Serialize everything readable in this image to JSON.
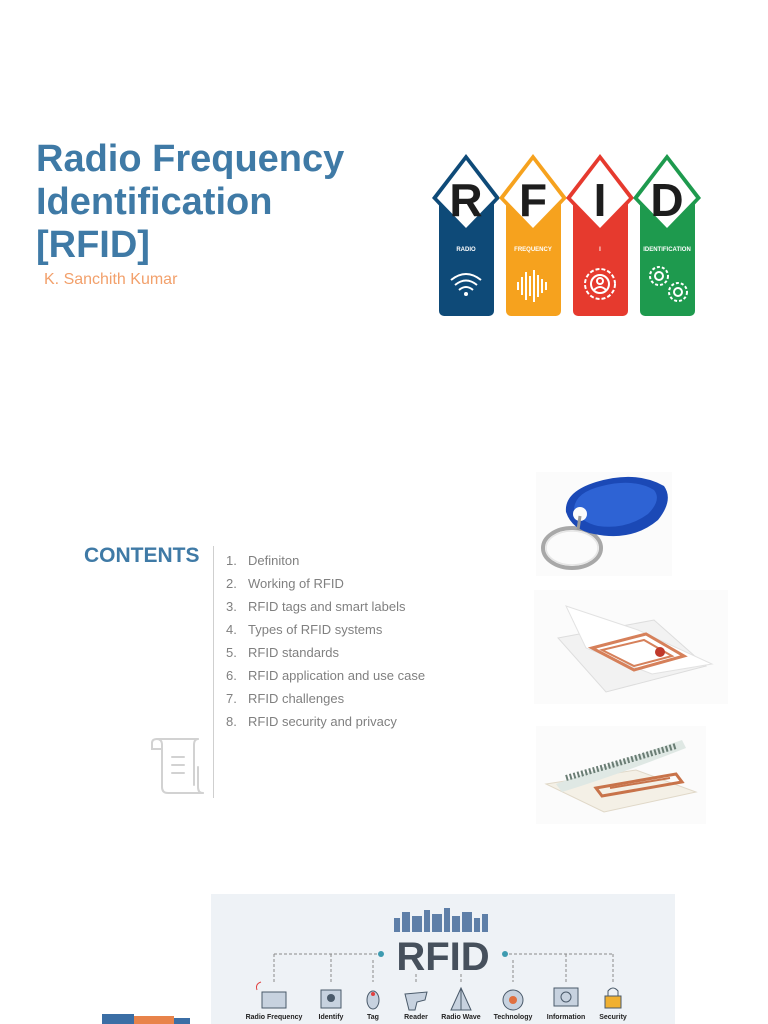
{
  "cover": {
    "title_line1": "Radio Frequency",
    "title_line2": "Identification",
    "title_line3": "[RFID]",
    "author": "K. Sanchith Kumar"
  },
  "logo": {
    "letters": [
      "R",
      "F",
      "I",
      "D"
    ],
    "labels": [
      "RADIO",
      "FREQUENCY",
      "I",
      "IDENTIFICATION"
    ],
    "colors": [
      "#0e4a78",
      "#f6a21e",
      "#e63a2e",
      "#1e9a4e"
    ],
    "icons": [
      "wifi-icon",
      "soundwave-icon",
      "person-gear-icon",
      "gears-icon"
    ]
  },
  "contents": {
    "heading": "CONTENTS",
    "items": [
      {
        "num": "1.",
        "label": "Definiton"
      },
      {
        "num": "2.",
        "label": "Working of RFID"
      },
      {
        "num": "3.",
        "label": "RFID tags and smart labels"
      },
      {
        "num": "4.",
        "label": "Types of RFID systems"
      },
      {
        "num": "5.",
        "label": "RFID standards"
      },
      {
        "num": "6.",
        "label": "RFID application and use case"
      },
      {
        "num": "7.",
        "label": "RFID challenges"
      },
      {
        "num": "8.",
        "label": "RFID security and privacy"
      }
    ]
  },
  "banner": {
    "title": "RFID",
    "labels": [
      "Radio Frequency",
      "Identify",
      "Tag",
      "Reader",
      "Radio Wave",
      "Technology",
      "Information",
      "Security"
    ]
  }
}
